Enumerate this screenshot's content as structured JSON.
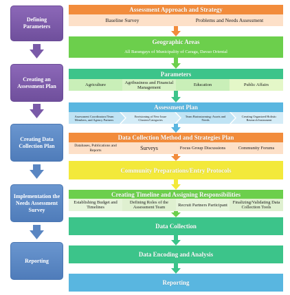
{
  "colors": {
    "orange": "#f28c3c",
    "orange_light": "#fde0c8",
    "green": "#6ccf4c",
    "green_light": "#dff3cf",
    "teal": "#3cc48a",
    "teal_light": "#cdeedd",
    "blue": "#59b6e0",
    "blue_light": "#d4ecf7",
    "yellow": "#f3e93a",
    "purple": "#7a5aa8",
    "stage_blue": "#5a86c2"
  },
  "stages": [
    {
      "label": "Defining Parameters"
    },
    {
      "label": "Creating an Assessment Plan"
    },
    {
      "label": "Creating Data Collection Plan"
    },
    {
      "label": "Implementation the Needs Assessment Survey"
    },
    {
      "label": "Reporting"
    }
  ],
  "panels": {
    "approach": {
      "title": "Assessment Approach and Strategy",
      "items": [
        "Baseline Survey",
        "Problems and Needs Assessment"
      ]
    },
    "geo": {
      "title": "Geographic Areas",
      "subtitle": "All Barangays of Municipality of Caraga, Davao Oriental"
    },
    "params": {
      "title": "Parameters",
      "items": [
        "Agriculture",
        "Agribusiness and Financial Management",
        "Education",
        "Public Affairs"
      ]
    },
    "plan": {
      "title": "Assessment Plan",
      "items": [
        "Assessment Coordinators/Team Members, and Agency Partners",
        "Envisioning of New Issue Clusters/Categories",
        "Team Brainstorming: Assets and Needs",
        "Creating Organized Holistic Research Instrument"
      ]
    },
    "dcplan": {
      "title": "Data Collection Method and Strategies Plan",
      "items": [
        "Databases, Publications and Reports",
        "Surveys",
        "Focus Group Discussions",
        "Community Forums"
      ]
    },
    "prep": {
      "title": "Community Preparations/Entry Protocols"
    },
    "timeline": {
      "title": "Creating Timeline and Assigning Responsibilities",
      "items": [
        "Establishing Budget and Timelines",
        "Defining Roles of the Assessment Team",
        "Recruit Partners Participant",
        "Finalizing/Validating Data Collection Tools"
      ]
    },
    "collection": {
      "title": "Data Collection"
    },
    "encoding": {
      "title": "Data Encoding and Analysis"
    },
    "reporting": {
      "title": "Reporting"
    }
  }
}
